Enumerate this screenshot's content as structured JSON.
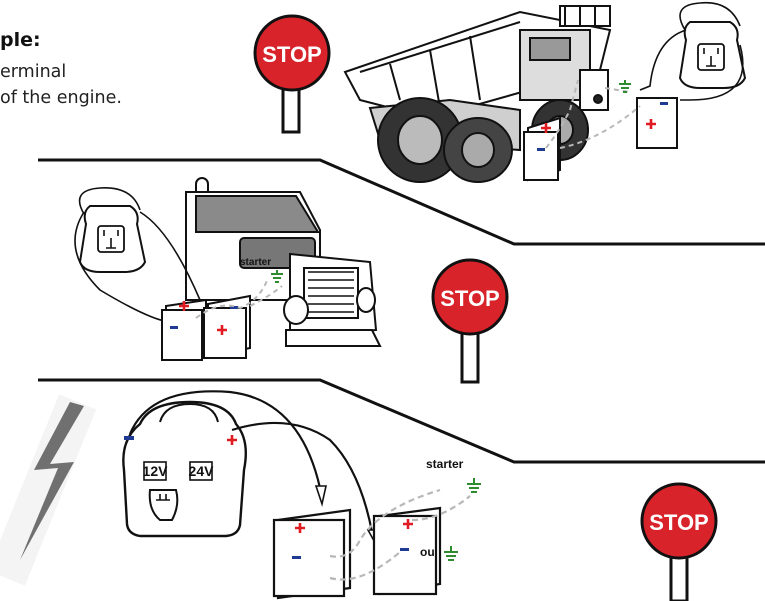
{
  "heading": "ple:",
  "body_lines": [
    "erminal",
    "of the engine."
  ],
  "stop_sign_text": "STOP",
  "battery_plus": "+",
  "battery_minus": "-",
  "starter_label": "starter",
  "or_label": "ou",
  "booster_voltages": [
    "12V",
    "24V"
  ],
  "colors": {
    "stop_red": "#d8232a",
    "plus_red": "#e01b22",
    "minus_blue": "#1f3a93",
    "ground_green": "#2e8b2e",
    "cable_gray": "#b8b8b8",
    "ink": "#111111"
  },
  "icons": [
    "stop-sign-icon",
    "booster-pack-icon",
    "battery-icon",
    "ground-symbol-icon",
    "lightning-bolt-icon",
    "dump-truck-illustration",
    "semi-truck-illustration"
  ]
}
